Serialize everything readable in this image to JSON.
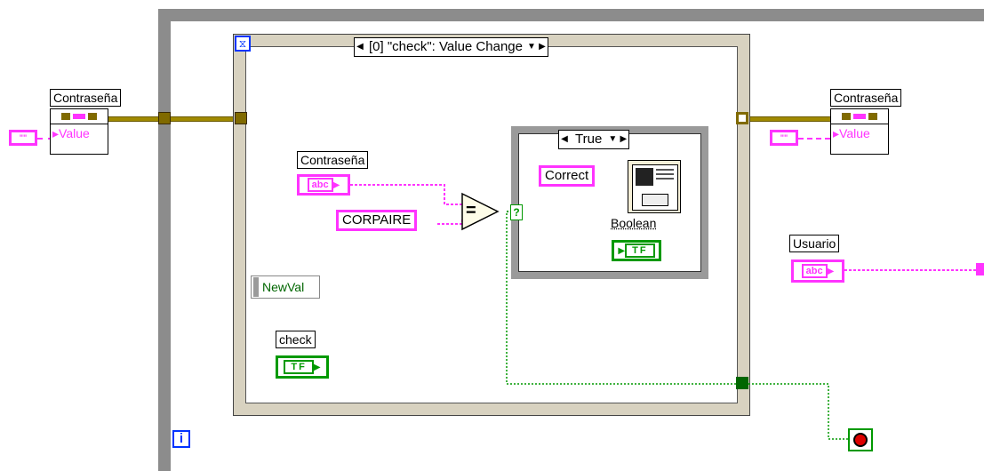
{
  "left_unbundle": {
    "label": "Contraseña",
    "pin": "Value"
  },
  "right_unbundle": {
    "label": "Contraseña",
    "pin": "Value"
  },
  "event_structure": {
    "selector": "[0] \"check\": Value Change"
  },
  "event_data": {
    "newval": "NewVal"
  },
  "password_control": {
    "label": "Contraseña",
    "tag": "abc"
  },
  "password_constant": "CORPAIRE",
  "case_structure": {
    "selector": "True"
  },
  "correct_constant": "Correct",
  "boolean_indicator": {
    "label": "Boolean",
    "tag": "TF"
  },
  "check_control": {
    "label": "check",
    "tag": "TF"
  },
  "user_control": {
    "label": "Usuario",
    "tag": "abc"
  },
  "loop_iteration": "i",
  "string_const_glyph": "\"\"",
  "equal_symbol": "=",
  "selector_terminal": "?",
  "colors": {
    "string_wire": "#ff33ff",
    "cluster_wire": "#806a00",
    "bool_wire": "#009900",
    "frame": "#8c8c8c"
  }
}
